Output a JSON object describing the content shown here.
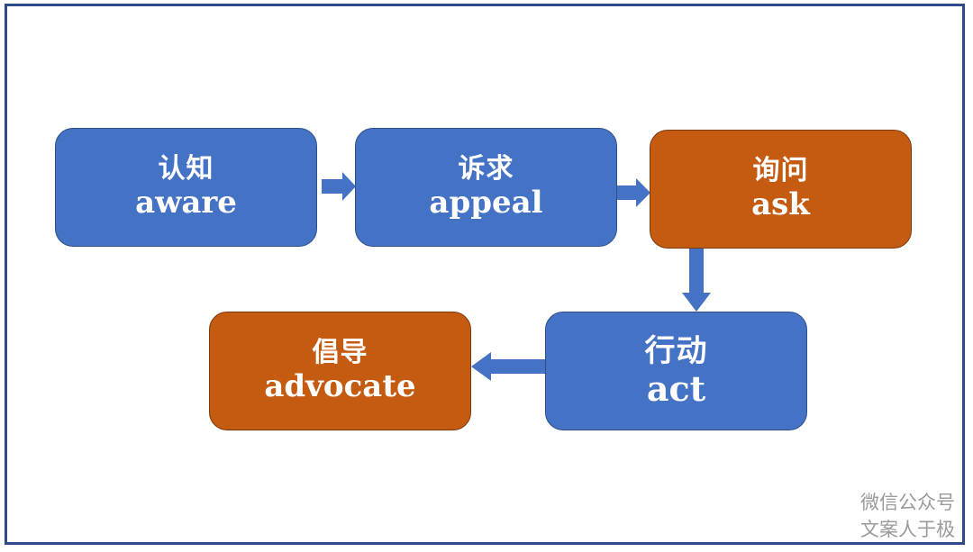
{
  "steps": [
    {
      "zh": "认知",
      "en": "aware",
      "color": "#4472c4"
    },
    {
      "zh": "诉求",
      "en": "appeal",
      "color": "#4472c4"
    },
    {
      "zh": "询问",
      "en": "ask",
      "color": "#c55a11"
    },
    {
      "zh": "行动",
      "en": "act",
      "color": "#4472c4"
    },
    {
      "zh": "倡导",
      "en": "advocate",
      "color": "#c55a11"
    }
  ],
  "watermark": {
    "line1": "微信公众号",
    "line2": "文案人于极"
  },
  "colors": {
    "frame": "#2f4a8a",
    "arrow": "#4472c4"
  }
}
